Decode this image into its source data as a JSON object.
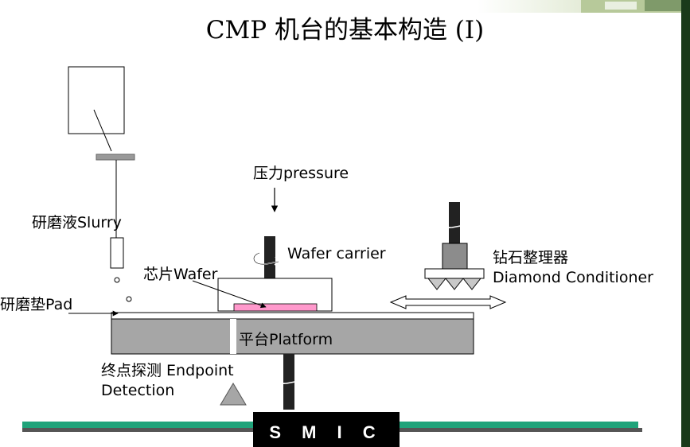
{
  "title": "CMP 机台的基本构造 (I)",
  "labels": {
    "pressure": "压力pressure",
    "slurry": "研磨液Slurry",
    "wafer_carrier": "Wafer carrier",
    "wafer": "芯片Wafer",
    "pad": "研磨垫Pad",
    "conditioner_cn": "钻石整理器",
    "conditioner_en": "Diamond Conditioner",
    "platform": "平台Platform",
    "endpoint_line1": "终点探测 Endpoint",
    "endpoint_line2": "Detection"
  },
  "footer": {
    "logo_text": "S M I C"
  },
  "colors": {
    "platform": "#a6a6a6",
    "wafer": "#ff99cc",
    "conditioner_head": "#8c8c8c",
    "footer_green": "#1fa37a",
    "footer_black": "#000000",
    "header_strip": "#dde7c8"
  }
}
